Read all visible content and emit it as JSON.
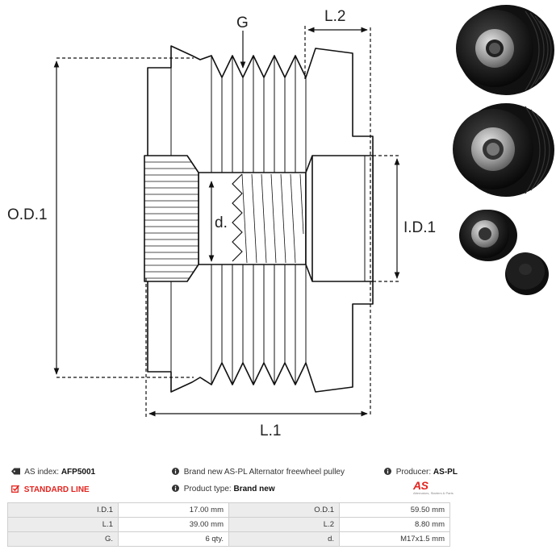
{
  "drawing": {
    "labels": {
      "g": "G",
      "l2": "L.2",
      "od1": "O.D.1",
      "d": "d.",
      "id1": "I.D.1",
      "l1": "L.1"
    }
  },
  "info": {
    "as_index_label": "AS index:",
    "as_index_value": "AFP5001",
    "description": "Brand new AS-PL Alternator freewheel pulley",
    "producer_label": "Producer:",
    "producer_value": "AS-PL",
    "line_label": "STANDARD LINE",
    "product_type_label": "Product type:",
    "product_type_value": "Brand new"
  },
  "logo": {
    "mark": "AS",
    "tagline": "Alternators, Starters & Parts"
  },
  "specs": [
    [
      {
        "label": "I.D.1",
        "value": "17.00 mm"
      },
      {
        "label": "O.D.1",
        "value": "59.50 mm"
      }
    ],
    [
      {
        "label": "L.1",
        "value": "39.00 mm"
      },
      {
        "label": "L.2",
        "value": "8.80 mm"
      }
    ],
    [
      {
        "label": "G.",
        "value": "6 qty."
      },
      {
        "label": "d.",
        "value": "M17x1.5 mm"
      }
    ]
  ],
  "colors": {
    "accent_red": "#e3231e",
    "line": "#111111",
    "label_cell": "#ececec"
  }
}
